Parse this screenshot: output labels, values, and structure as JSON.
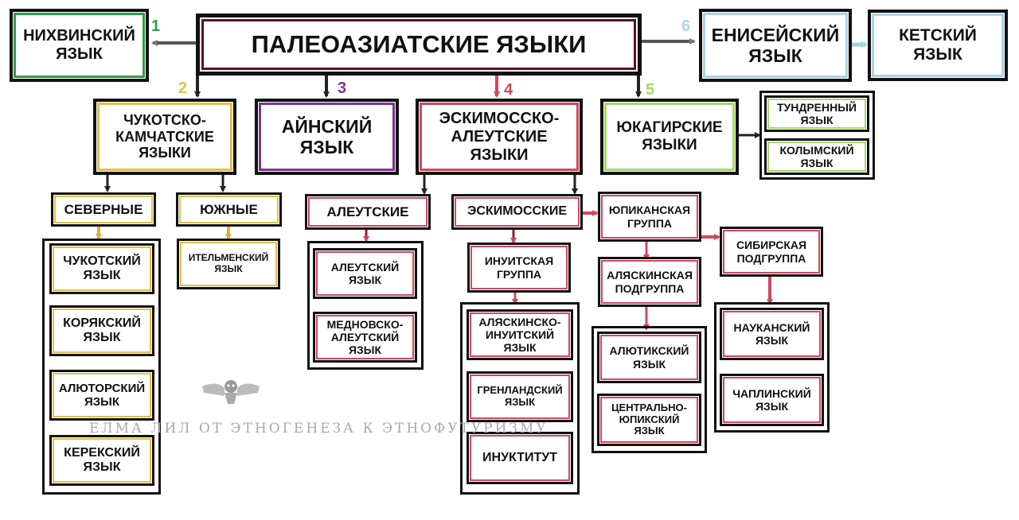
{
  "root": "ПАЛЕОАЗИАТСКИЕ ЯЗЫКИ",
  "branches": {
    "nivkh": {
      "num": "1",
      "label": "НИХВИНСКИЙ\nЯЗЫК"
    },
    "chukchi_kamchatka": {
      "num": "2",
      "label": "ЧУКОТСКО-\nКАМЧАТСКИЕ\nЯЗЫКИ",
      "northern": {
        "label": "СЕВЕРНЫЕ",
        "items": [
          "ЧУКОТСКИЙ\nЯЗЫК",
          "КОРЯКСКИЙ\nЯЗЫК",
          "АЛЮТОРСКИЙ\nЯЗЫК",
          "КЕРЕКСКИЙ\nЯЗЫК"
        ]
      },
      "southern": {
        "label": "ЮЖНЫЕ",
        "items": [
          "ИТЕЛЬМЕНСКИЙ\nЯЗЫК"
        ]
      }
    },
    "ainu": {
      "num": "3",
      "label": "АЙНСКИЙ\nЯЗЫК"
    },
    "eskimo_aleut": {
      "num": "4",
      "label": "ЭСКИМОССКО-\nАЛЕУТСКИЕ\nЯЗЫКИ",
      "aleut": {
        "label": "АЛЕУТСКИЕ",
        "items": [
          "АЛЕУТСКИЙ\nЯЗЫК",
          "МЕДНОВСКО-\nАЛЕУТСКИЙ\nЯЗЫК"
        ]
      },
      "eskimo": {
        "label": "ЭСКИМОССКИЕ",
        "inuit": {
          "label": "ИНУИТСКАЯ\nГРУППА",
          "items": [
            "АЛЯСКИНСКО-\nИНУИТСКИЙ\nЯЗЫК",
            "ГРЕНЛАНДСКИЙ\nЯЗЫК",
            "ИНУКТИТУТ"
          ]
        },
        "yupik": {
          "label": "ЮПИКАНСКАЯ\nГРУППА",
          "alaskan": {
            "label": "АЛЯСКИНСКАЯ\nПОДГРУППА",
            "items": [
              "АЛЮТИКСКИЙ\nЯЗЫК",
              "ЦЕНТРАЛЬНО-\nЮПИКСКИЙ\nЯЗЫК"
            ]
          },
          "siberian": {
            "label": "СИБИРСКАЯ\nПОДГРУППА",
            "items": [
              "НАУКАНСКИЙ\nЯЗЫК",
              "ЧАПЛИНСКИЙ\nЯЗЫК"
            ]
          }
        }
      }
    },
    "yukaghir": {
      "num": "5",
      "label": "ЮКАГИРСКИЕ\nЯЗЫКИ",
      "items": [
        "ТУНДРЕННЫЙ\nЯЗЫК",
        "КОЛЫМСКИЙ\nЯЗЫК"
      ]
    },
    "yeniseian": {
      "num": "6",
      "label": "ЕНИСЕЙСКИЙ\nЯЗЫК",
      "child": "КЕТСКИЙ\nЯЗЫК"
    }
  },
  "watermark": "ЕЛМА ЛИЛ ОТ ЭТНОГЕНЕЗА К ЭТНОФУТУРИЗМУ",
  "colors": {
    "root_border": "#5a1020",
    "nivkh": "#2e9e4a",
    "chukchi": "#e0c04a",
    "ainu": "#7a3590",
    "eskimo": "#d0485e",
    "yukaghir": "#a9d66e",
    "yeniseian": "#a9d4e4",
    "gray_arrow": "#555555"
  }
}
